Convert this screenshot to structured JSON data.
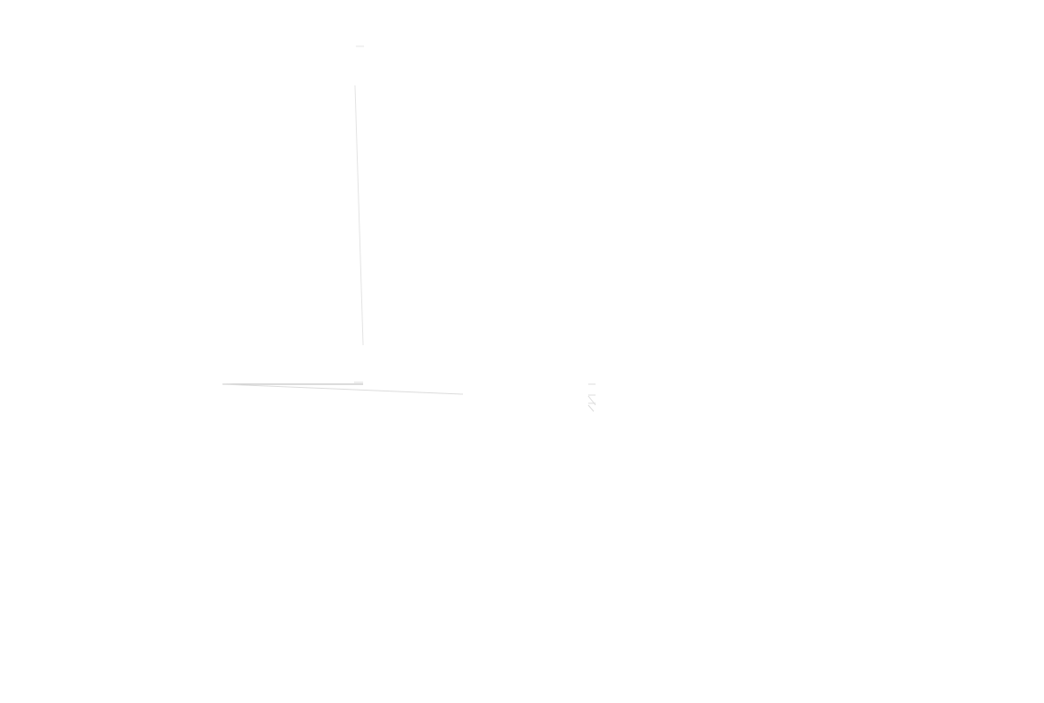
{
  "screen": {
    "state": "blank-canvas",
    "background_color": "#ffffff",
    "stroke_color": "#c8c8c8",
    "faint_stroke_color": "#e4e4e4"
  },
  "marks": [
    {
      "id": "top-tick",
      "kind": "short-horizontal-segment"
    },
    {
      "id": "vertical-edge",
      "kind": "near-vertical-line"
    },
    {
      "id": "base-line",
      "kind": "horizontal-line"
    },
    {
      "id": "base-small-tick",
      "kind": "short-horizontal-segment"
    },
    {
      "id": "diagonal-edge",
      "kind": "slanted-line"
    },
    {
      "id": "glyph-fragments",
      "kind": "rotated-glyph-fragments"
    }
  ]
}
